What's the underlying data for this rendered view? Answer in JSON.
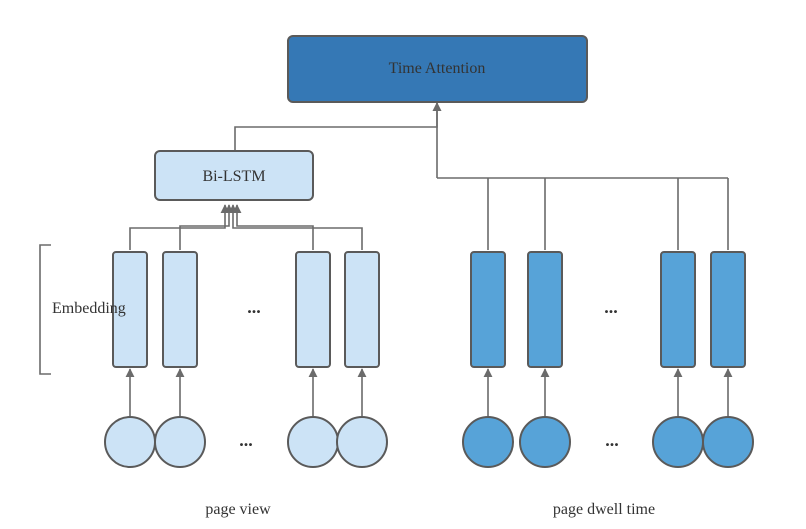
{
  "diagram": {
    "top_box_label": "Time Attention",
    "lstm_box_label": "Bi-LSTM",
    "embedding_label": "Embedding",
    "ellipsis": "...",
    "left_group_label": "page view",
    "right_group_label": "page dwell time"
  },
  "colors": {
    "top_box_fill": "#3578b5",
    "lstm_box_fill": "#cce3f6",
    "light_node_fill": "#cce3f6",
    "dark_node_fill": "#57a3d8",
    "stroke": "#5a5a5a",
    "line": "#6b6b6b"
  }
}
